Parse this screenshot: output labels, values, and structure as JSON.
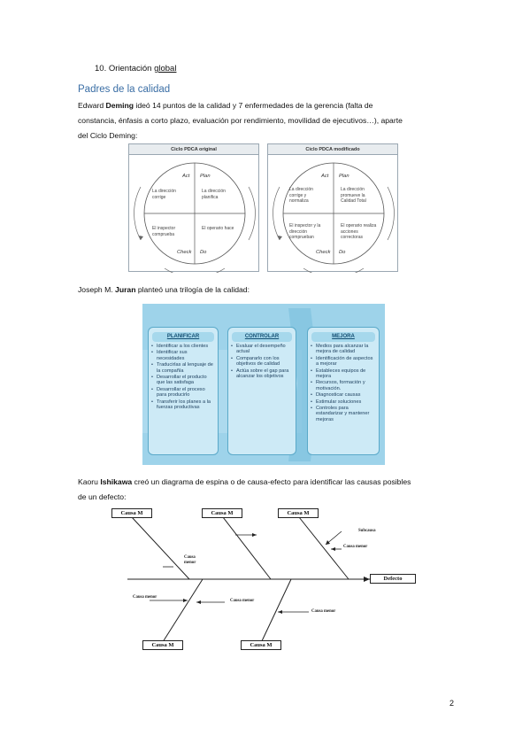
{
  "section_heading": {
    "number": "10.",
    "text": "Orientación ",
    "underlined": "global"
  },
  "subheading": "Padres de la calidad",
  "deming_paragraph": {
    "name": "Edward ",
    "bold": "Deming",
    "line1_rest": " ideó 14 puntos de la calidad y 7 enfermedades de la gerencia (falta de",
    "line2": "constancia, énfasis a corto plazo, evaluación por rendimiento, movilidad de ejecutivos…), aparte",
    "line3": "del Ciclo Deming:"
  },
  "pdca": [
    {
      "title": "Ciclo PDCA original",
      "act": "Act",
      "plan": "Plan",
      "check": "Check",
      "do": "Do",
      "act_text": "La dirección corrige",
      "plan_text": "La dirección planifica",
      "check_text": "El inspector comprueba",
      "do_text": "El operario hace"
    },
    {
      "title": "Ciclo PDCA modificado",
      "act": "Act",
      "plan": "Plan",
      "check": "Check",
      "do": "Do",
      "act_text": "La dirección corrige y normaliza",
      "plan_text": "La dirección promueve la Calidad Total",
      "check_text": "El inspector y la dirección comprueban",
      "do_text": "El operario realiza acciones correctoras"
    }
  ],
  "juran_caption": {
    "prefix": "Joseph M. ",
    "bold": "Juran",
    "suffix": " planteó una trilogía de la calidad:"
  },
  "juran": [
    {
      "title": "PLANIFICAR",
      "items": [
        "Identificar a los clientes",
        "Identificar sus necesidades",
        "Traducirlas al lenguaje de la compañía",
        "Desarrollar el producto que las satisfaga",
        "Desarrollar el proceso para producirlo",
        "Transferir los planes a la fuerzas productivas"
      ]
    },
    {
      "title": "CONTROLAR",
      "items": [
        "Evaluar el desempeño actual",
        "Compararlo con los objetivos de calidad",
        "Actúa sobre el gap para alcanzar los objetivos"
      ]
    },
    {
      "title": "MEJORA",
      "items": [
        "Medios para alcanzar la mejora de calidad",
        "Identificación de aspectos a mejorar",
        "Estableces equipos de mejora",
        "Recursos, formación y motivación.",
        "Diagnosticar causas",
        "Estimular soluciones",
        "Controles para estandarizar y mantener mejoras"
      ]
    }
  ],
  "ishikawa_caption": {
    "prefix": "Kaoru ",
    "bold": "Ishikawa",
    "line1_rest": " creó un diagrama de espina o de causa-efecto para identificar las causas posibles",
    "line2": "de un defecto:"
  },
  "fishbone": {
    "cause_label": "Causa M",
    "effect_label": "Defecto",
    "subcause_label": "Subcausa",
    "minor_cause_label": "Causa menor",
    "minor_cause_top": "Causa\nmenor"
  },
  "page_number": "2"
}
